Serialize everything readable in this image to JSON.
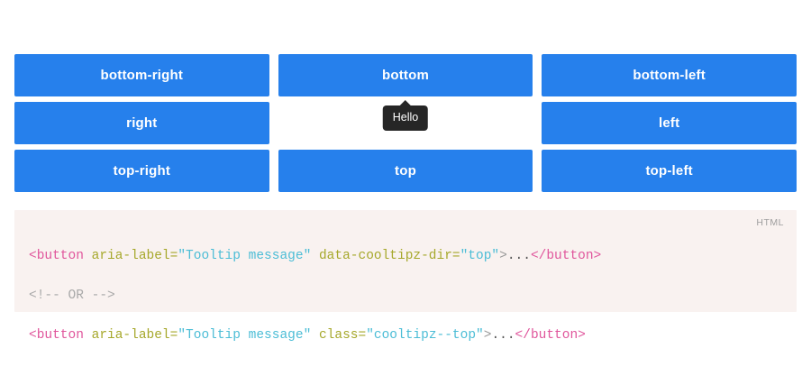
{
  "demo": {
    "buttons": [
      {
        "label": "bottom-right",
        "name": "tooltip-button-bottom-right"
      },
      {
        "label": "bottom",
        "name": "tooltip-button-bottom"
      },
      {
        "label": "bottom-left",
        "name": "tooltip-button-bottom-left"
      },
      {
        "label": "right",
        "name": "tooltip-button-right"
      },
      {
        "label": "",
        "name": "tooltip-anchor-cell"
      },
      {
        "label": "left",
        "name": "tooltip-button-left"
      },
      {
        "label": "top-right",
        "name": "tooltip-button-top-right"
      },
      {
        "label": "top",
        "name": "tooltip-button-top"
      },
      {
        "label": "top-left",
        "name": "tooltip-button-top-left"
      }
    ],
    "button_color": "#2680ec",
    "button_text_color": "#ffffff"
  },
  "tooltip": {
    "text": "Hello",
    "direction": "top",
    "background": "#262626",
    "text_color": "#ffffff"
  },
  "code": {
    "language_label": "HTML",
    "background": "#f9f2f0",
    "line1": {
      "open_tag": "<button",
      "attr1_name": " aria-label=",
      "attr1_value": "\"Tooltip message\"",
      "attr2_name": " data-cooltipz-dir=",
      "attr2_value": "\"top\"",
      "gt": ">",
      "ellipsis": "...",
      "close_tag": "</button>"
    },
    "line2": {
      "comment": "<!-- OR -->"
    },
    "line3": {
      "open_tag": "<button",
      "attr1_name": " aria-label=",
      "attr1_value": "\"Tooltip message\"",
      "attr2_name": " class=",
      "attr2_value": "\"cooltipz--top\"",
      "gt": ">",
      "ellipsis": "...",
      "close_tag": "</button>"
    }
  }
}
